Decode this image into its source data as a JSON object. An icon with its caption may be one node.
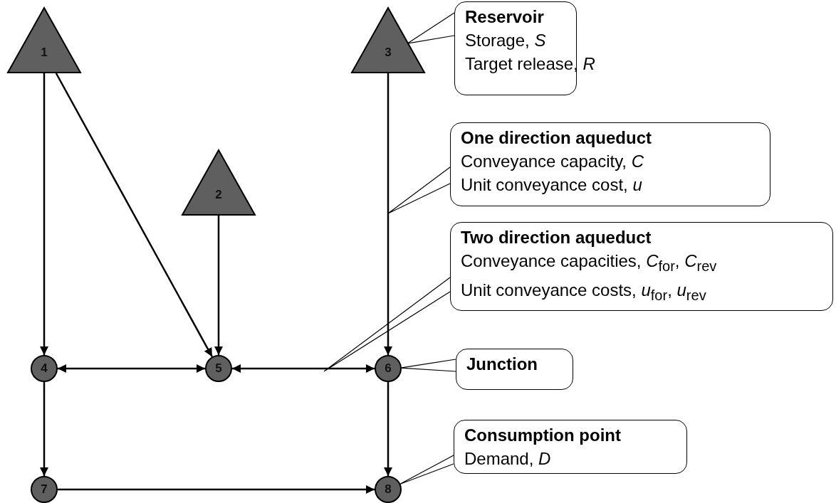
{
  "diagram": {
    "nodes": [
      {
        "text": [
          "1"
        ]
      },
      {
        "text": [
          "2"
        ]
      },
      {
        "text": [
          "3"
        ]
      },
      {
        "text": [
          "4"
        ]
      },
      {
        "text": [
          "5"
        ]
      },
      {
        "text": [
          "6"
        ]
      },
      {
        "text": [
          "7"
        ]
      },
      {
        "text": [
          "8"
        ]
      },
      {
        "text": [
          "Reservoir",
          "Storage, *S*",
          "Target release, *R*"
        ]
      },
      {
        "text": [
          "One direction aqueduct",
          "Conveyance capacity, *C*",
          "Unit conveyance cost, *u*"
        ]
      },
      {
        "text": [
          "Two direction aqueduct",
          "Conveyance capacities, *C*$_{for}$, *C*$_{rev}$",
          "Unit conveyance costs, *u*$_{for}$, *u*$_{rev}$"
        ]
      },
      {
        "text": [
          "Junction"
        ]
      },
      {
        "text": [
          "Consumption point",
          "Demand, *D*"
        ]
      }
    ],
    "edges": [
      {
        "from": 0,
        "to": 3,
        "arrow": "to"
      },
      {
        "from": 0,
        "to": 4,
        "arrow": "to"
      },
      {
        "from": 1,
        "to": 4,
        "arrow": "to"
      },
      {
        "from": 2,
        "to": 5,
        "arrow": "to"
      },
      {
        "from": 3,
        "to": 4,
        "arrow": "both"
      },
      {
        "from": 4,
        "to": 5,
        "arrow": "both"
      },
      {
        "from": 3,
        "to": 6,
        "arrow": "to"
      },
      {
        "from": 5,
        "to": 7,
        "arrow": "to"
      },
      {
        "from": 6,
        "to": 7,
        "arrow": "to"
      },
      {
        "from": 8,
        "to": 2,
        "arrow": "none"
      },
      {
        "from": 9,
        "to": null,
        "arrow": "none"
      },
      {
        "from": 10,
        "to": null,
        "arrow": "none"
      },
      {
        "from": 11,
        "to": 5,
        "arrow": "none"
      },
      {
        "from": 12,
        "to": 7,
        "arrow": "none"
      }
    ]
  }
}
